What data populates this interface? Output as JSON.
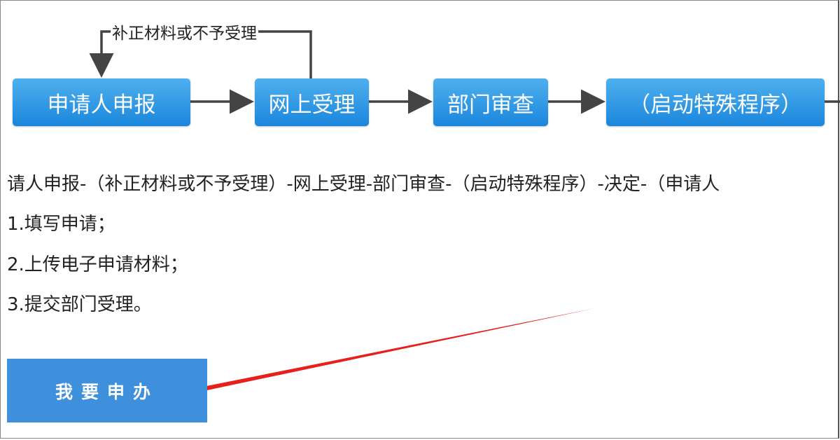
{
  "flow": {
    "loop_label": "补正材料或不予受理",
    "steps": [
      "申请人申报",
      "网上受理",
      "部门审查",
      "（启动特殊程序）"
    ]
  },
  "content": {
    "process_line": "请人申报-（补正材料或不予受理）-网上受理-部门审查-（启动特殊程序）-决定-（申请人",
    "steps": [
      "1.填写申请；",
      "2.上传电子申请材料；",
      "3.提交部门受理。"
    ]
  },
  "apply_button": {
    "label": "我要申办"
  },
  "colors": {
    "box": "#2a96e4",
    "button": "#3e90dc",
    "annotation": "#e8201c"
  }
}
